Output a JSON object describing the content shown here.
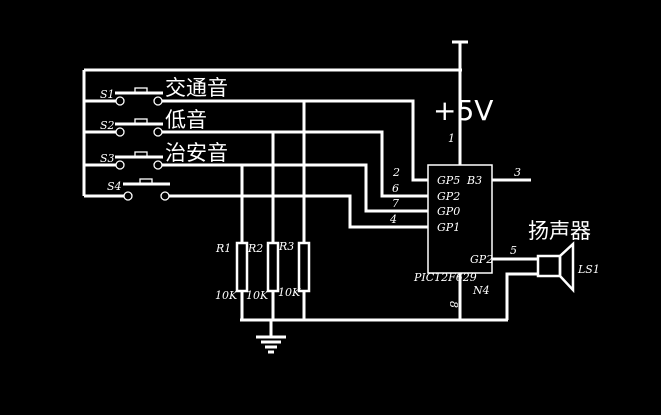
{
  "supply": {
    "label": "+5V",
    "pin": "1"
  },
  "switches": [
    {
      "id": "S1",
      "function": "交通音",
      "pin": "2",
      "port": "GP5"
    },
    {
      "id": "S2",
      "function": "低音",
      "pin": "6",
      "port": "GP2"
    },
    {
      "id": "S3",
      "function": "治安音",
      "pin": "7",
      "port": "GP0"
    },
    {
      "id": "S4",
      "function": "",
      "pin": "4",
      "port": "GP1"
    }
  ],
  "resistors": [
    {
      "id": "R1",
      "value": "10K"
    },
    {
      "id": "R2",
      "value": "10K"
    },
    {
      "id": "R3",
      "value": "10K"
    }
  ],
  "chip": {
    "part": "PIC12F629",
    "left_pins": [
      "GP5",
      "GP2",
      "GP0",
      "GP1"
    ],
    "right_top": {
      "label": "B3",
      "pin": "3"
    },
    "right_bottom": {
      "label": "GP2",
      "pin": "5"
    },
    "bottom": {
      "label": "N4",
      "pin": "8"
    }
  },
  "speaker": {
    "id": "LS1",
    "label": "扬声器"
  },
  "colors": {
    "background": "#000000",
    "wire": "#ffffff"
  }
}
